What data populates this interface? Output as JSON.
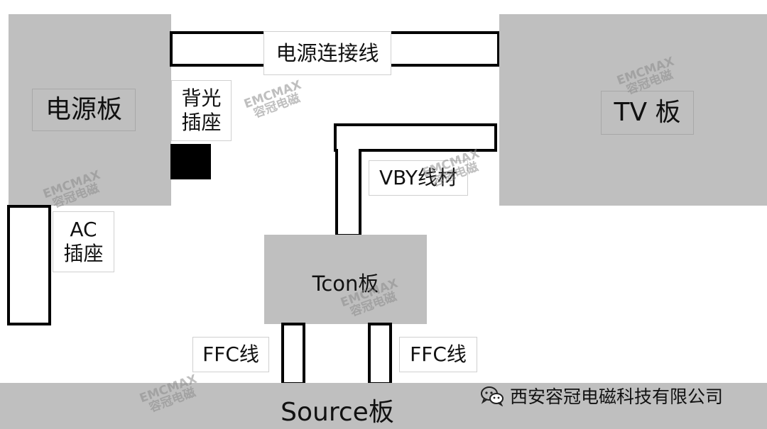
{
  "labels": {
    "power_board": "电源板",
    "power_cable": "电源连接线",
    "backlight_socket_line1": "背光",
    "backlight_socket_line2": "插座",
    "tv_board": "TV 板",
    "vby_cable": "VBY线材",
    "ac_socket_line1": "AC",
    "ac_socket_line2": "插座",
    "tcon_board": "Tcon板",
    "ffc_cable_left": "FFC线",
    "ffc_cable_right": "FFC线",
    "source_board": "Source板"
  },
  "watermark": {
    "line1": "EMCMAX",
    "line2": "容冠电磁"
  },
  "brand": {
    "icon": "wechat-icon",
    "text": "西安容冠电磁科技有限公司"
  },
  "colors": {
    "board_gray": "#bfbfbf",
    "outline": "#000000",
    "watermark": "#8c8c8c"
  }
}
